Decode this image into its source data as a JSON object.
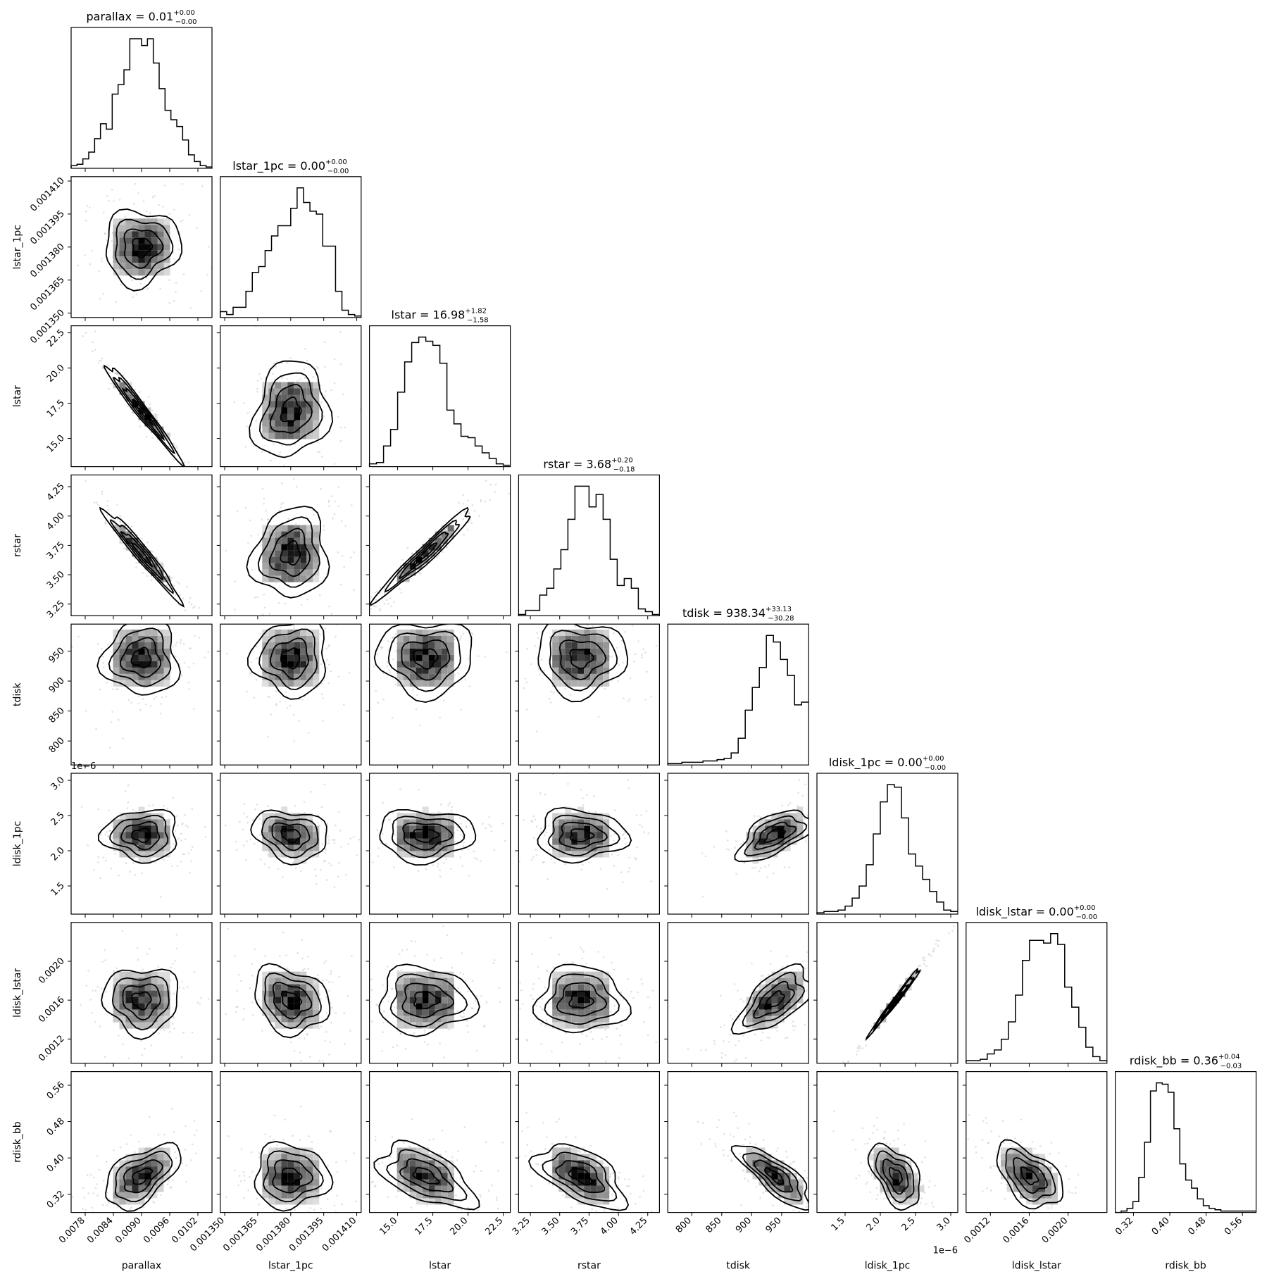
{
  "chart_data": {
    "type": "corner",
    "parameters": [
      {
        "key": "parallax",
        "axis_label": "parallax",
        "range": [
          0.0075,
          0.0105
        ],
        "ticks": [
          0.0078,
          0.0084,
          0.009,
          0.0096,
          0.0102
        ],
        "tick_labels": [
          "0.0078",
          "0.0084",
          "0.0090",
          "0.0096",
          "0.0102"
        ],
        "offset_label": "",
        "title_main": "parallax = 0.01",
        "title_sup": "+0.00",
        "title_sub": "−0.00",
        "median": 0.009,
        "sigma": 0.0004,
        "skew": 0.0,
        "hist": [
          2,
          3,
          7,
          12,
          22,
          33,
          29,
          55,
          62,
          73,
          96,
          96,
          91,
          96,
          78,
          59,
          43,
          36,
          31,
          21,
          10,
          5,
          2,
          1
        ]
      },
      {
        "key": "lstar_1pc",
        "axis_label": "lstar_1pc",
        "range": [
          0.001348,
          0.001412
        ],
        "ticks": [
          0.00135,
          0.001365,
          0.00138,
          0.001395,
          0.00141
        ],
        "tick_labels": [
          "0.001350",
          "0.001365",
          "0.001380",
          "0.001395",
          "0.001410"
        ],
        "offset_label": "",
        "title_main": "lstar_1pc = 0.00",
        "title_sup": "+0.00",
        "title_sub": "−0.00",
        "median": 0.00138,
        "sigma": 8.5e-06,
        "skew": 0.0,
        "hist": [
          4,
          2,
          7,
          7,
          18,
          31,
          35,
          46,
          56,
          63,
          63,
          75,
          89,
          79,
          73,
          71,
          49,
          49,
          18,
          5,
          2,
          1
        ]
      },
      {
        "key": "lstar",
        "axis_label": "lstar",
        "range": [
          13.0,
          23.0
        ],
        "ticks": [
          15.0,
          17.5,
          20.0,
          22.5
        ],
        "tick_labels": [
          "15.0",
          "17.5",
          "20.0",
          "22.5"
        ],
        "offset_label": "",
        "title_main": "lstar = 16.98",
        "title_sup": "+1.82",
        "title_sub": "−1.58",
        "median": 16.98,
        "sigma": 1.7,
        "skew": 0.3,
        "hist": [
          2,
          3,
          15,
          27,
          54,
          76,
          90,
          94,
          91,
          88,
          75,
          41,
          31,
          22,
          21,
          15,
          10,
          6,
          2,
          1
        ]
      },
      {
        "key": "rstar",
        "axis_label": "rstar",
        "range": [
          3.15,
          4.35
        ],
        "ticks": [
          3.25,
          3.5,
          3.75,
          4.0,
          4.25
        ],
        "tick_labels": [
          "3.25",
          "3.50",
          "3.75",
          "4.00",
          "4.25"
        ],
        "offset_label": "",
        "title_main": "rstar = 3.68",
        "title_sup": "+0.20",
        "title_sub": "−0.18",
        "median": 3.68,
        "sigma": 0.19,
        "skew": 0.1,
        "hist": [
          1,
          4,
          4,
          15,
          20,
          34,
          48,
          70,
          94,
          94,
          79,
          88,
          70,
          41,
          22,
          27,
          20,
          5,
          3,
          1
        ]
      },
      {
        "key": "tdisk",
        "axis_label": "tdisk",
        "range": [
          760,
          995
        ],
        "ticks": [
          800,
          850,
          900,
          950
        ],
        "tick_labels": [
          "800",
          "850",
          "900",
          "950"
        ],
        "offset_label": "",
        "title_main": "tdisk = 938.34",
        "title_sup": "+33.13",
        "title_sub": "−30.28",
        "median": 938.34,
        "sigma": 31,
        "skew": -0.6,
        "hist": [
          1,
          1,
          2,
          2,
          2,
          3,
          3,
          4,
          5,
          9,
          20,
          41,
          58,
          73,
          97,
          92,
          79,
          67,
          45,
          47
        ]
      },
      {
        "key": "ldisk_1pc",
        "axis_label": "ldisk_1pc",
        "range": [
          1.1,
          3.1
        ],
        "ticks": [
          1.5,
          2.0,
          2.5,
          3.0
        ],
        "tick_labels": [
          "1.5",
          "2.0",
          "2.5",
          "3.0"
        ],
        "offset_label": "1e−6",
        "title_main": "ldisk_1pc = 0.00",
        "title_sup": "+0.00",
        "title_sub": "−0.00",
        "median": 2.22,
        "sigma": 0.18,
        "skew": 0.1,
        "hist": [
          1,
          2,
          2,
          3,
          6,
          12,
          21,
          37,
          60,
          84,
          97,
          95,
          72,
          45,
          36,
          26,
          17,
          9,
          3,
          2
        ]
      },
      {
        "key": "ldisk_lstar",
        "axis_label": "ldisk_lstar",
        "range": [
          0.00095,
          0.0024
        ],
        "ticks": [
          0.0012,
          0.0016,
          0.002
        ],
        "tick_labels": [
          "0.0012",
          "0.0016",
          "0.0020"
        ],
        "offset_label": "",
        "title_main": "ldisk_lstar = 0.00",
        "title_sup": "+0.00",
        "title_sub": "−0.00",
        "median": 0.0016,
        "sigma": 0.00017,
        "skew": 0.0,
        "hist": [
          2,
          2,
          3,
          7,
          10,
          18,
          31,
          51,
          77,
          92,
          92,
          90,
          97,
          89,
          57,
          42,
          27,
          12,
          5,
          2
        ]
      },
      {
        "key": "rdisk_bb",
        "axis_label": "rdisk_bb",
        "range": [
          0.28,
          0.59
        ],
        "ticks": [
          0.32,
          0.4,
          0.48,
          0.56
        ],
        "tick_labels": [
          "0.32",
          "0.40",
          "0.48",
          "0.56"
        ],
        "offset_label": "",
        "title_main": "rdisk_bb = 0.36",
        "title_sup": "+0.04",
        "title_sub": "−0.03",
        "median": 0.36,
        "sigma": 0.035,
        "skew": 0.8,
        "hist": [
          0,
          1,
          3,
          8,
          26,
          52,
          90,
          96,
          95,
          89,
          62,
          36,
          24,
          18,
          10,
          5,
          3,
          2,
          1,
          1,
          1,
          1,
          1,
          1
        ]
      }
    ],
    "correlations": [
      [
        1.0,
        0.05,
        -0.98,
        -0.97,
        0.0,
        0.0,
        0.0,
        0.55
      ],
      [
        0.05,
        1.0,
        0.15,
        0.08,
        0.0,
        -0.2,
        -0.22,
        0.0
      ],
      [
        -0.98,
        0.15,
        1.0,
        0.97,
        0.0,
        0.0,
        0.0,
        -0.55
      ],
      [
        -0.97,
        0.08,
        0.97,
        1.0,
        0.0,
        0.0,
        0.0,
        -0.55
      ],
      [
        0.0,
        0.0,
        0.0,
        0.0,
        1.0,
        0.6,
        0.62,
        -0.8
      ],
      [
        0.0,
        -0.2,
        0.0,
        0.0,
        0.6,
        1.0,
        0.99,
        -0.5
      ],
      [
        0.0,
        -0.22,
        0.0,
        0.0,
        0.62,
        0.99,
        1.0,
        -0.5
      ],
      [
        0.55,
        0.0,
        -0.55,
        -0.55,
        -0.8,
        -0.5,
        -0.5,
        1.0
      ]
    ],
    "contour_levels_sigma": [
      0.5,
      1.0,
      1.5,
      2.0
    ],
    "colors": {
      "line": "#000000",
      "points": "#aaaaaa"
    }
  }
}
